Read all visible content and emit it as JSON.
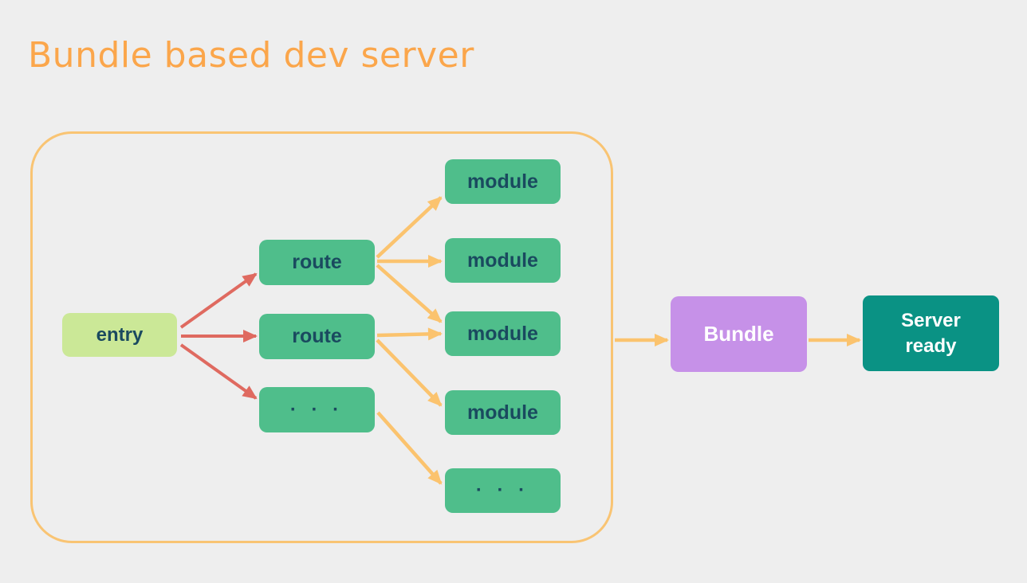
{
  "title": "Bundle based dev server",
  "colors": {
    "background": "#eeeeee",
    "title_text": "#fba64b",
    "container_border": "#f9c473",
    "green_box": "#4fbe8b",
    "entry_box": "#cbe897",
    "purple_box": "#c691e8",
    "teal_box": "#0a9284",
    "dark_text": "#1a4a5f",
    "light_text": "#ffffff",
    "arrow_red": "#df6a60",
    "arrow_orange": "#fbc36e"
  },
  "diagram": {
    "entry": {
      "label": "entry"
    },
    "routes": [
      {
        "label": "route"
      },
      {
        "label": "route"
      },
      {
        "label": "· · ·"
      }
    ],
    "modules": [
      {
        "label": "module"
      },
      {
        "label": "module"
      },
      {
        "label": "module"
      },
      {
        "label": "module"
      },
      {
        "label": "· · ·"
      }
    ],
    "bundle": {
      "label": "Bundle"
    },
    "server": {
      "line1": "Server",
      "line2": "ready"
    }
  }
}
